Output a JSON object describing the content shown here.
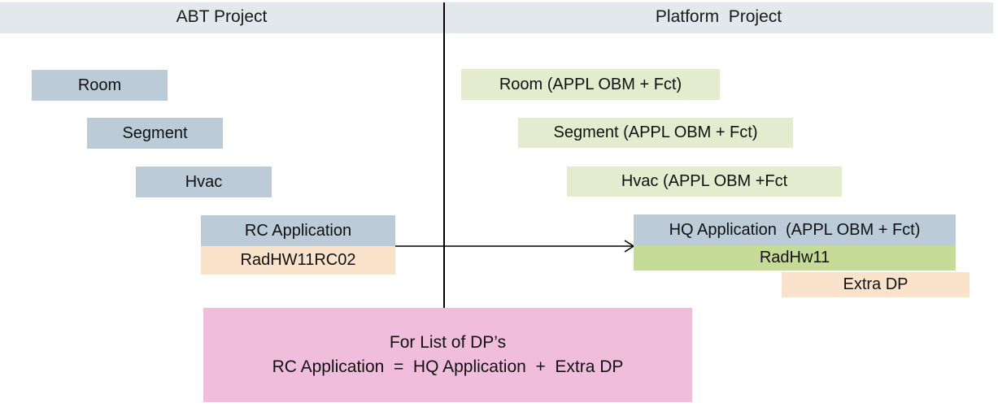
{
  "diagram": {
    "title_columns": [
      {
        "id": "abt",
        "label": "ABT Project"
      },
      {
        "id": "platform",
        "label": "Platform  Project"
      }
    ],
    "colors": {
      "header_band": "#e3e8ec",
      "blue": "#bccbd8",
      "light_green": "#e4ebcf",
      "olive_green": "#c6db97",
      "peach": "#fbe3cb",
      "pink": "#f0bedc",
      "line": "#000000"
    },
    "left_column": {
      "nodes": [
        {
          "id": "room",
          "label": "Room",
          "color": "blue"
        },
        {
          "id": "segment",
          "label": "Segment",
          "color": "blue"
        },
        {
          "id": "hvac",
          "label": "Hvac",
          "color": "blue"
        },
        {
          "id": "rc-application",
          "label": "RC Application",
          "color": "blue"
        },
        {
          "id": "radhw11rc02",
          "label": "RadHW11RC02",
          "color": "peach"
        }
      ]
    },
    "right_column": {
      "nodes": [
        {
          "id": "room-appl",
          "label": "Room (APPL OBM + Fct)",
          "color": "light_green"
        },
        {
          "id": "segment-appl",
          "label": "Segment (APPL OBM + Fct)",
          "color": "light_green"
        },
        {
          "id": "hvac-appl",
          "label": "Hvac (APPL OBM +Fct",
          "color": "light_green"
        },
        {
          "id": "hq-application",
          "label": "HQ Application  (APPL OBM + Fct)",
          "color": "blue"
        },
        {
          "id": "radhw11",
          "label": "RadHw11",
          "color": "olive_green"
        },
        {
          "id": "extra-dp",
          "label": "Extra DP",
          "color": "peach"
        }
      ]
    },
    "connector": {
      "id": "rc-to-hq-arrow",
      "direction": "left-to-right",
      "from": "rc-application",
      "to": "hq-application"
    },
    "summary_callout": {
      "line1": "For List of DP’s",
      "line2": "RC Application  =  HQ Application  +  Extra DP"
    }
  }
}
